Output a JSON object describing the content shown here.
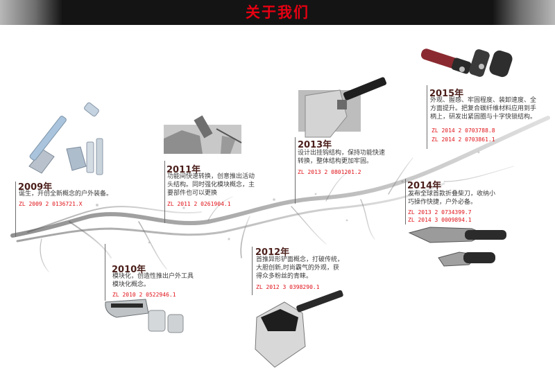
{
  "header": {
    "title": "关于我们"
  },
  "milestones": [
    {
      "key": "m2009",
      "year": "2009年",
      "desc": "诞生，开创全新概念的户外装备。",
      "patents": [
        "ZL 2009 2 0136721.X"
      ]
    },
    {
      "key": "m2010",
      "year": "2010年",
      "desc": "模块化，创造性推出户外工具模块化概念。",
      "patents": [
        "ZL 2010 2 0522946.1"
      ]
    },
    {
      "key": "m2011",
      "year": "2011年",
      "desc": "功能间快速转换，创意推出活动头结构。同时强化模块概念，主要部件也可以更换",
      "patents": [
        "ZL 2011 2 0261904.1"
      ]
    },
    {
      "key": "m2012",
      "year": "2012年",
      "desc": "首推异形铲面概念，打破传统，大胆创新,时尚霸气的外观，获得众多粉丝的青睐。",
      "patents": [
        "ZL 2012 3 0398290.1"
      ]
    },
    {
      "key": "m2013",
      "year": "2013年",
      "desc": "设计出挂钩结构，保持功能快速转换，整体结构更加牢固。",
      "patents": [
        "ZL 2013 2 0801201.2"
      ]
    },
    {
      "key": "m2014",
      "year": "2014年",
      "desc": "发布全球首款折叠柴刀，收纳小巧操作快捷，户外必备。",
      "patents": [
        "ZL 2013 2 0734399.7",
        "ZL 2014 3 0009894.1"
      ]
    },
    {
      "key": "m2015",
      "year": "2015年",
      "desc": "外观、握感、牢固程度、装卸速度、全方面提升。把复合碳纤维材料应用到手柄上，研发出紧固圈与十字快锁结构。",
      "patents": [
        "ZL 2014 2 0703788.8",
        "ZL 2014 2 0703861.1"
      ]
    }
  ],
  "colors": {
    "title_red": "#e60012",
    "patent_red": "#e00f16",
    "year_brown": "#4a1e1a",
    "header_dark": "#141414"
  }
}
